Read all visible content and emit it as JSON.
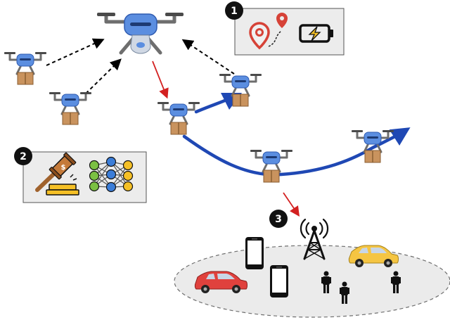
{
  "badges": {
    "b1": "1",
    "b2": "2",
    "b3": "3"
  },
  "colors": {
    "drone_body": "#5b8ee0",
    "drone_frame": "#6e6e6e",
    "package": "#c9935e",
    "trajectory": "#1f48b4",
    "red_arrow": "#d32020",
    "panel_bg": "#ececec",
    "ellipse_bg": "#ebebeb",
    "car_red": "#e0413d",
    "car_yellow": "#f5c542"
  },
  "icons": {
    "panel1": [
      "location-pin-icon",
      "route-pin-icon",
      "battery-charging-icon"
    ],
    "panel2": [
      "gavel-auction-icon",
      "neural-network-icon"
    ],
    "ground": [
      "cell-tower-icon",
      "smartphone-icon",
      "car-icon",
      "person-icon"
    ]
  }
}
